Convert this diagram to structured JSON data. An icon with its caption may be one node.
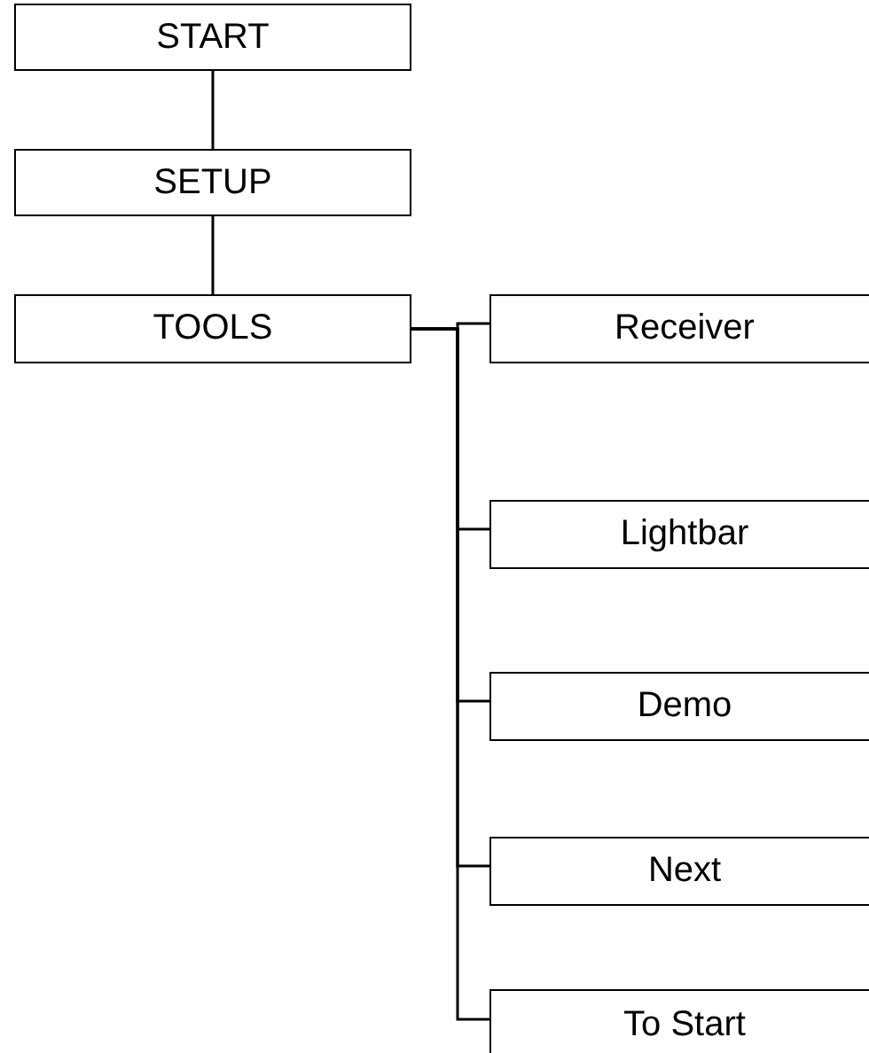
{
  "diagram": {
    "nodes": [
      {
        "text": [
          "START"
        ]
      },
      {
        "text": [
          "SETUP"
        ]
      },
      {
        "text": [
          "TOOLS"
        ]
      },
      {
        "text": [
          "Receiver"
        ]
      },
      {
        "text": [
          "Lightbar"
        ]
      },
      {
        "text": [
          "Demo"
        ]
      },
      {
        "text": [
          "Next"
        ]
      },
      {
        "text": [
          "To Start"
        ]
      }
    ],
    "edges": [
      {
        "from": 0,
        "to": 1,
        "arrow": "none"
      },
      {
        "from": 1,
        "to": 2,
        "arrow": "none"
      },
      {
        "from": 2,
        "to": 3,
        "arrow": "none"
      },
      {
        "from": 2,
        "to": 4,
        "arrow": "none"
      },
      {
        "from": 2,
        "to": 5,
        "arrow": "none"
      },
      {
        "from": 2,
        "to": 6,
        "arrow": "none"
      },
      {
        "from": 2,
        "to": 7,
        "arrow": "none"
      }
    ]
  }
}
